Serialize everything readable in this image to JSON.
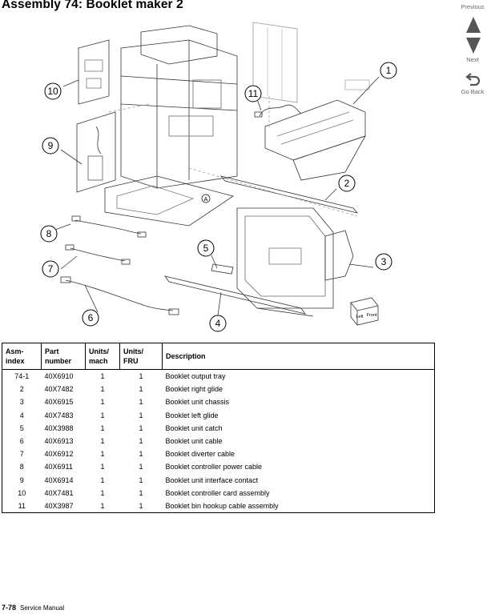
{
  "page": {
    "title": "Assembly 74:  Booklet maker 2"
  },
  "nav": {
    "previous": "Previous",
    "next": "Next",
    "go_back": "Go Back"
  },
  "diagram": {
    "callouts": [
      "1",
      "2",
      "3",
      "4",
      "5",
      "6",
      "7",
      "8",
      "9",
      "10",
      "11"
    ],
    "marker_a": "A",
    "box_label_left": "Left",
    "box_label_front": "Front"
  },
  "table": {
    "headers": {
      "asm_index": "Asm-index",
      "part_number": "Part number",
      "units_mach": "Units/ mach",
      "units_fru": "Units/ FRU",
      "description": "Description"
    },
    "rows": [
      {
        "asm": "74-1",
        "part": "40X6910",
        "mach": "1",
        "fru": "1",
        "desc": "Booklet output tray"
      },
      {
        "asm": "2",
        "part": "40X7482",
        "mach": "1",
        "fru": "1",
        "desc": "Booklet right glide"
      },
      {
        "asm": "3",
        "part": "40X6915",
        "mach": "1",
        "fru": "1",
        "desc": "Booklet unit chassis"
      },
      {
        "asm": "4",
        "part": "40X7483",
        "mach": "1",
        "fru": "1",
        "desc": "Booklet left glide"
      },
      {
        "asm": "5",
        "part": "40X3988",
        "mach": "1",
        "fru": "1",
        "desc": "Booklet unit catch"
      },
      {
        "asm": "6",
        "part": "40X6913",
        "mach": "1",
        "fru": "1",
        "desc": "Booklet unit cable"
      },
      {
        "asm": "7",
        "part": "40X6912",
        "mach": "1",
        "fru": "1",
        "desc": "Booklet diverter cable"
      },
      {
        "asm": "8",
        "part": "40X6911",
        "mach": "1",
        "fru": "1",
        "desc": "Booklet controller power cable"
      },
      {
        "asm": "9",
        "part": "40X6914",
        "mach": "1",
        "fru": "1",
        "desc": "Booklet unit interface contact"
      },
      {
        "asm": "10",
        "part": "40X7481",
        "mach": "1",
        "fru": "1",
        "desc": "Booklet controller card assembly"
      },
      {
        "asm": "11",
        "part": "40X3987",
        "mach": "1",
        "fru": "1",
        "desc": "Booklet bin hookup cable assembly"
      }
    ]
  },
  "footer": {
    "page_number": "7-78",
    "manual": "Service Manual"
  }
}
